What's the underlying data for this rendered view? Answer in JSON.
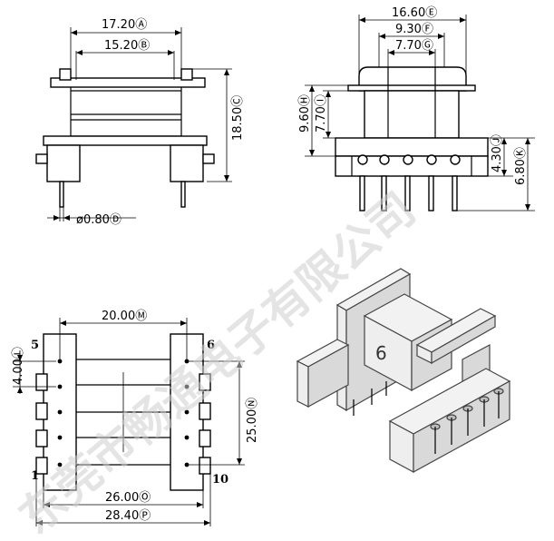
{
  "front_view": {
    "dims": {
      "A": "17.20Ⓐ",
      "B": "15.20Ⓑ",
      "C": "18.50Ⓒ",
      "D": "ø0.80Ⓓ"
    }
  },
  "side_view": {
    "dims": {
      "E": "16.60Ⓔ",
      "F": "9.30Ⓕ",
      "G": "7.70Ⓖ",
      "H": "9.60Ⓗ",
      "I": "7.70Ⓘ",
      "J": "4.30Ⓙ",
      "K": "6.80Ⓚ"
    }
  },
  "bottom_view": {
    "dims": {
      "M": "20.00Ⓜ",
      "L": "4.00Ⓛ",
      "N": "25.00Ⓝ",
      "O": "26.00Ⓞ",
      "P": "28.40Ⓟ"
    },
    "pins": {
      "p5": "5",
      "p6": "6",
      "p1": "1",
      "p10": "10"
    }
  },
  "iso_view": {
    "label": "6"
  },
  "watermark": "东莞市畅通电子有限公司"
}
